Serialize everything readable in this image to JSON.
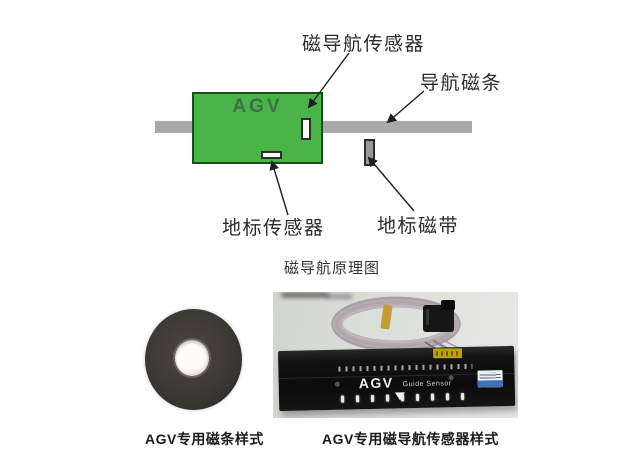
{
  "schematic": {
    "agv_label": "AGV",
    "callouts": {
      "nav_sensor": "磁导航传感器",
      "nav_strip": "导航磁条",
      "landmark_sensor": "地标传感器",
      "landmark_tape": "地标磁带"
    },
    "caption": "磁导航原理图"
  },
  "photos": {
    "tape": {
      "caption": "AGV专用磁条样式"
    },
    "sensor": {
      "caption": "AGV专用磁导航传感器样式",
      "device_brand": "AGV",
      "device_model": "Guide Sensor"
    }
  },
  "colors": {
    "agv_body_green": "#4bb448",
    "agv_body_border": "#17501d",
    "strip_gray": "#a9a9a9",
    "landmark_tape_gray": "#98999b",
    "arrow_black": "#1f1f1f",
    "photo_background": "#dfe1dd",
    "device_black": "#111111",
    "sticker_yellow": "#b7a30e",
    "label_blue": "#3f6fb5",
    "tape_roll_black": "#3a3733"
  }
}
